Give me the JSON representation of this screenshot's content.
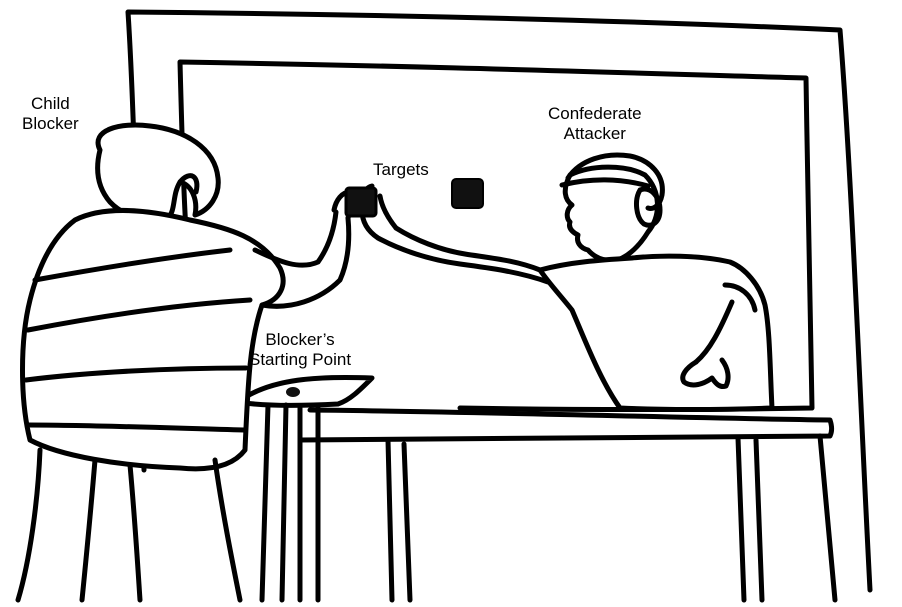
{
  "labels": {
    "child_blocker": [
      "Child",
      "Blocker"
    ],
    "targets": "Targets",
    "confederate_attacker": [
      "Confederate",
      "Attacker"
    ],
    "blocker_start": [
      "Blocker’s",
      "Starting Point"
    ]
  },
  "colors": {
    "stroke": "#000000",
    "fill": "#ffffff",
    "target": "#111111"
  }
}
